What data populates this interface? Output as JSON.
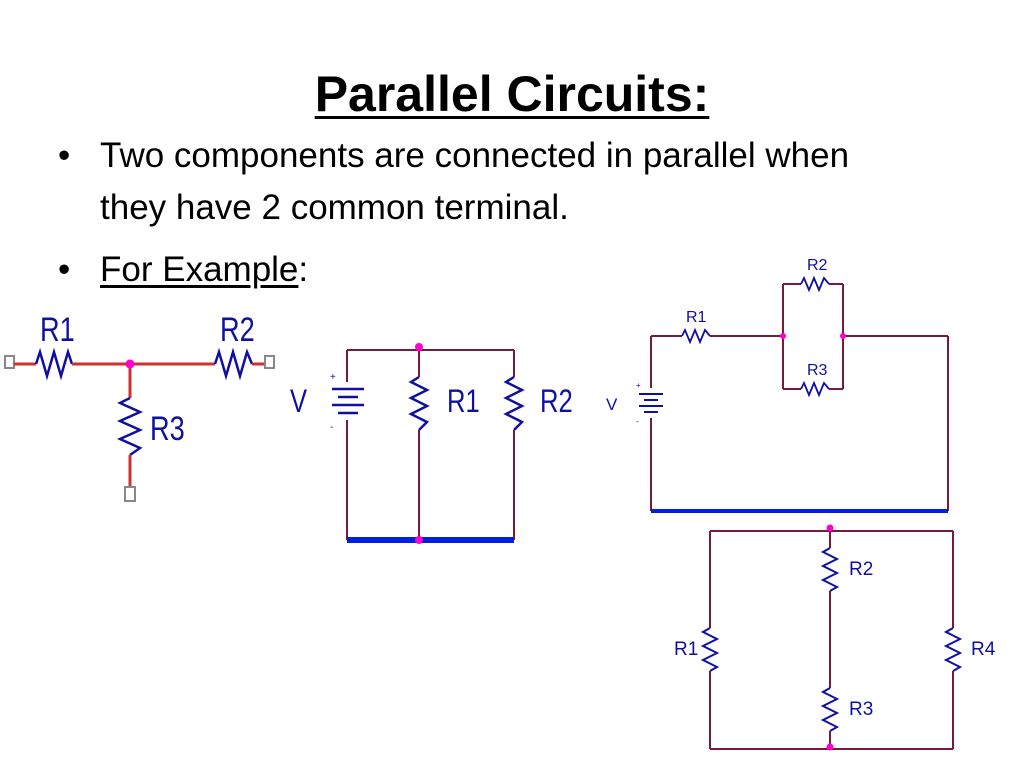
{
  "slide": {
    "title": "Parallel Circuits:",
    "bullets": [
      {
        "text": "Two components are connected in parallel when they have 2 common terminal."
      },
      {
        "underlined": "For Example",
        "suffix": ":"
      }
    ]
  },
  "diagrams": {
    "t_network": {
      "r1": "R1",
      "r2": "R2",
      "r3": "R3"
    },
    "parallel_source": {
      "source": "V",
      "r1": "R1",
      "r2": "R2"
    },
    "series_parallel": {
      "source": "V",
      "r1": "R1",
      "r2": "R2",
      "r3": "R3"
    },
    "bridge": {
      "r1": "R1",
      "r2": "R2",
      "r3": "R3",
      "r4": "R4"
    }
  },
  "colors": {
    "wire": "#7a1a3a",
    "resistor": "#1010a0",
    "ground_bus": "#0020e0",
    "node": "#ff00cc",
    "t_wire": "#d03030",
    "terminal": "#888888"
  }
}
